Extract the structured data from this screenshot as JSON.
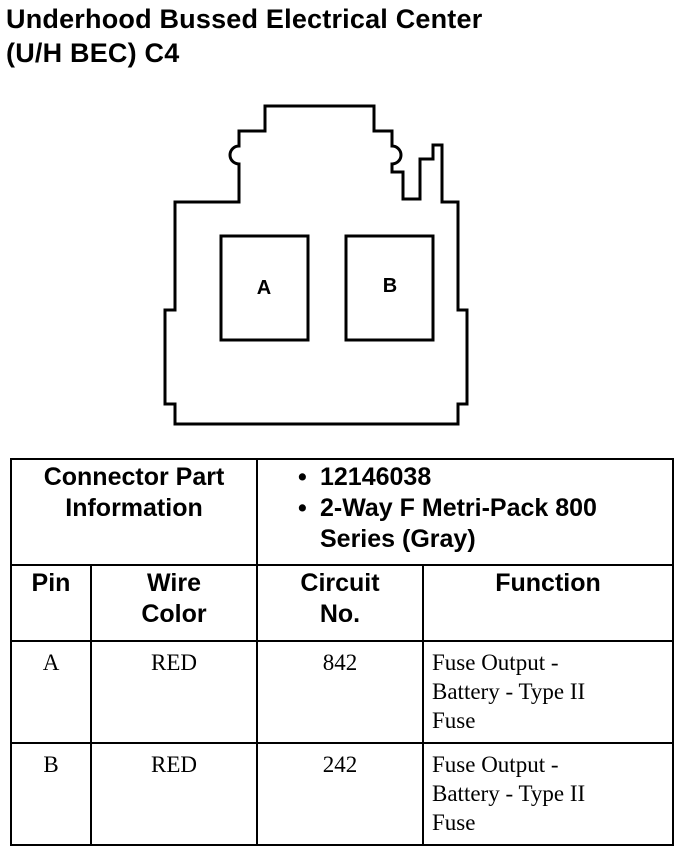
{
  "title": {
    "line1": "Underhood Bussed Electrical Center",
    "line2": "(U/H BEC) C4"
  },
  "connector": {
    "cavities": [
      "A",
      "B"
    ]
  },
  "part_info": {
    "label_line1": "Connector Part",
    "label_line2": "Information",
    "items": [
      "12146038",
      "2-Way F Metri-Pack 800 Series (Gray)"
    ]
  },
  "table": {
    "headers": {
      "pin": "Pin",
      "wire_color_line1": "Wire",
      "wire_color_line2": "Color",
      "circuit_line1": "Circuit",
      "circuit_line2": "No.",
      "function": "Function"
    },
    "rows": [
      {
        "pin": "A",
        "wire_color": "RED",
        "circuit": "842",
        "function_lines": [
          "Fuse Output -",
          "Battery - Type II",
          "Fuse"
        ]
      },
      {
        "pin": "B",
        "wire_color": "RED",
        "circuit": "242",
        "function_lines": [
          "Fuse Output -",
          "Battery - Type II",
          "Fuse"
        ]
      }
    ]
  }
}
